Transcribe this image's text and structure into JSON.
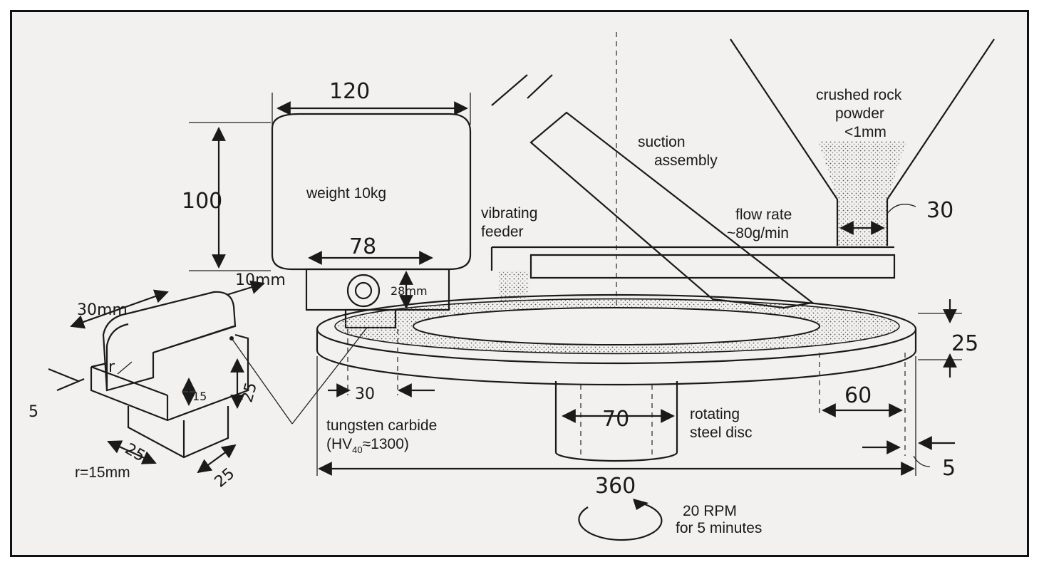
{
  "labels": {
    "weight": "weight 10kg",
    "suction_1": "suction",
    "suction_2": "assembly",
    "crushed_1": "crushed rock",
    "crushed_2": "powder",
    "crushed_3": "<1mm",
    "vibrating_1": "vibrating",
    "vibrating_2": "feeder",
    "flow_1": "flow rate",
    "flow_2": "~80g/min",
    "tungsten_1": "tungsten carbide",
    "tungsten_2a": "(HV",
    "tungsten_2sub": "40",
    "tungsten_2b": "≈1300)",
    "disc_1": "rotating",
    "disc_2": "steel disc",
    "rpm_1": "20 RPM",
    "rpm_2": "for 5 minutes",
    "radius": "r=15mm",
    "r": "r"
  },
  "dimensions": {
    "d120": "120",
    "d100": "100",
    "d78": "78",
    "d28": "28mm",
    "d30mm": "30mm",
    "d10mm": "10mm",
    "d15": "15",
    "d25a": "25",
    "d25b": "25",
    "d25c": "25",
    "d5a": "5",
    "d30": "30",
    "d70": "70",
    "d60": "60",
    "d25d": "25",
    "d5b": "5",
    "d30b": "30",
    "d360": "360"
  }
}
